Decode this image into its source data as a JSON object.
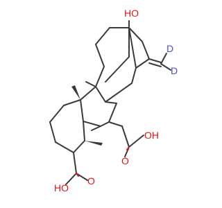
{
  "molecule": {
    "atoms": {
      "hydroxyl": "HO",
      "deuterium_top": "D",
      "deuterium_right": "D",
      "carboxyl_right_oxygen": "O",
      "carboxyl_right_hydroxyl": "OH",
      "carboxyl_bottom_oxygen": "O",
      "carboxyl_bottom_hydroxyl": "HO"
    },
    "colors": {
      "bond": "#3a3a3a",
      "oxygen": "#e01414",
      "deuterium": "#4b4be6"
    }
  }
}
